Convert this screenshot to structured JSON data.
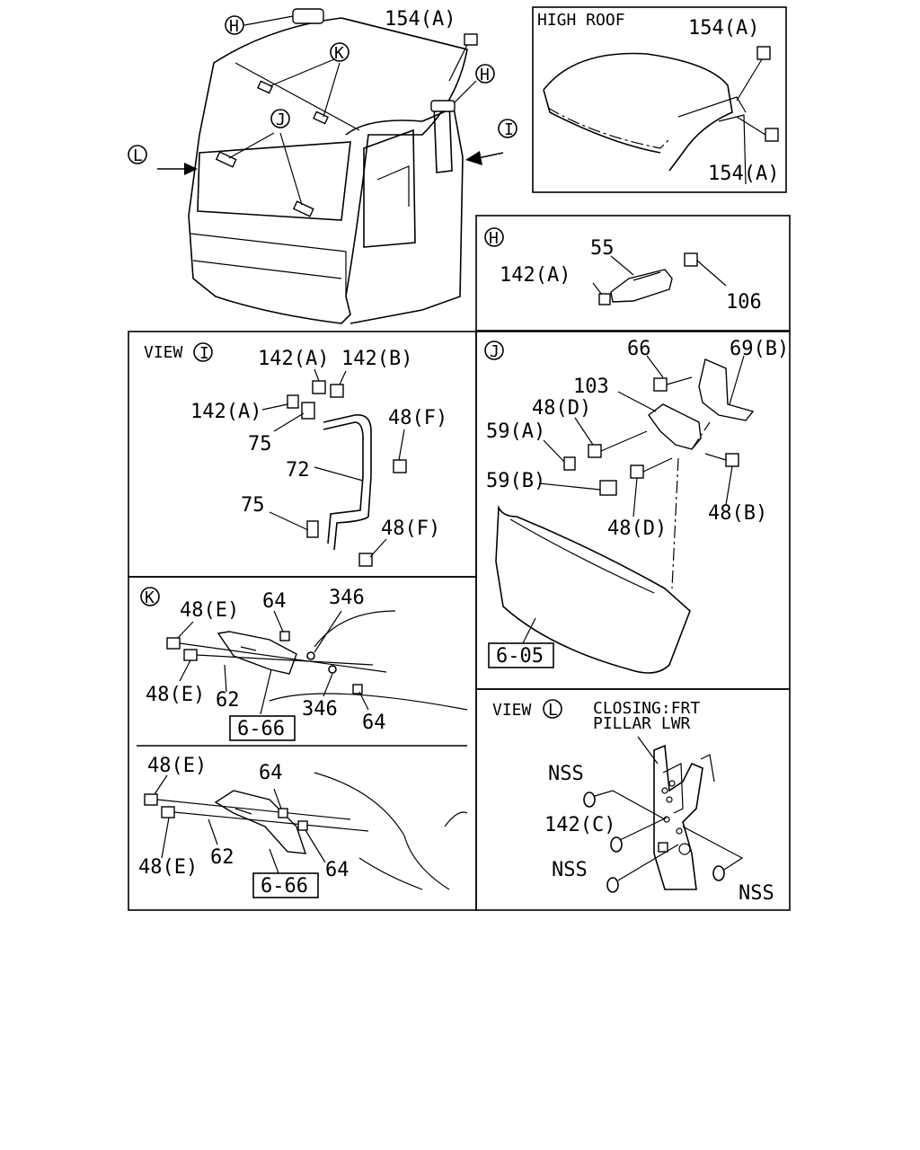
{
  "overview": {
    "callout_H": "H",
    "callout_K": "K",
    "callout_J": "J",
    "callout_L": "L",
    "callout_I": "I",
    "label_154A": "154(A)"
  },
  "high_roof": {
    "title": "HIGH ROOF",
    "label_154A_top": "154(A)",
    "label_154A_bottom": "154(A)"
  },
  "detail_H": {
    "callout": "H",
    "label_55": "55",
    "label_142A": "142(A)",
    "label_106": "106"
  },
  "view_I": {
    "view_text": "VIEW",
    "callout": "I",
    "label_142A_top": "142(A)",
    "label_142B": "142(B)",
    "label_142A_left": "142(A)",
    "label_48F_top": "48(F)",
    "label_75_top": "75",
    "label_72": "72",
    "label_75_bottom": "75",
    "label_48F_bottom": "48(F)"
  },
  "detail_J": {
    "callout": "J",
    "label_66": "66",
    "label_69B": "69(B)",
    "label_103": "103",
    "label_48D_top": "48(D)",
    "label_59A": "59(A)",
    "label_59B": "59(B)",
    "label_48D_bottom": "48(D)",
    "label_48B": "48(B)",
    "ref_box": "6-05"
  },
  "detail_K": {
    "callout": "K",
    "label_48E_top": "48(E)",
    "label_64_top": "64",
    "label_346_top": "346",
    "label_48E_left": "48(E)",
    "label_62": "62",
    "label_346_bottom": "346",
    "label_64_bottom": "64",
    "ref_box": "6-66"
  },
  "detail_K2": {
    "label_48E_top": "48(E)",
    "label_64_top": "64",
    "label_62": "62",
    "label_48E_bottom": "48(E)",
    "label_64_bottom": "64",
    "ref_box": "6-66"
  },
  "view_L": {
    "view_text": "VIEW",
    "callout": "L",
    "caption_line1": "CLOSING:FRT",
    "caption_line2": "PILLAR LWR",
    "label_NSS_top": "NSS",
    "label_142C": "142(C)",
    "label_NSS_bottom": "NSS",
    "label_NSS_right": "NSS"
  }
}
